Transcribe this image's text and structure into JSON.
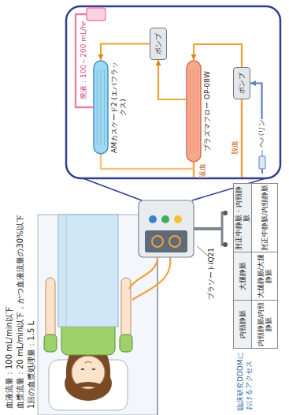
{
  "diagram": {
    "nodes": [
      {
        "text": [
          "ヘパリン"
        ]
      },
      {
        "text": [
          "ポンプ"
        ]
      },
      {
        "text": [
          "プラズマフロー OP-08W"
        ]
      },
      {
        "text": [
          "ポンプ"
        ]
      },
      {
        "text": [
          "AMカスケード2 (エバフラックス)"
        ]
      }
    ],
    "edges": [
      {
        "from": 0,
        "to": 1,
        "arrow": "to"
      },
      {
        "from": 1,
        "to": 2,
        "arrow": "to"
      },
      {
        "from": 2,
        "to": 3,
        "arrow": "to"
      },
      {
        "from": 3,
        "to": 4,
        "arrow": "to"
      }
    ],
    "labels": [
      "血液流量：100 mL/min以下",
      "血漿流量：20 mL/min以下，かつ血液流量の30%以下",
      "1回の血漿処理量：1.5 L",
      "プラソートiQ21",
      "脱血",
      "返血",
      "廃液：100～200 mL/hr",
      "臨床研究DDDMにおけるアクセス",
      "内頸静脈",
      "大腿静脈",
      "肘正中静脈・内頸静脈",
      "内頸静脈/内頸静脈",
      "大腿静脈/大腿静脈",
      "肘正中静脈/内頸静脈"
    ]
  }
}
